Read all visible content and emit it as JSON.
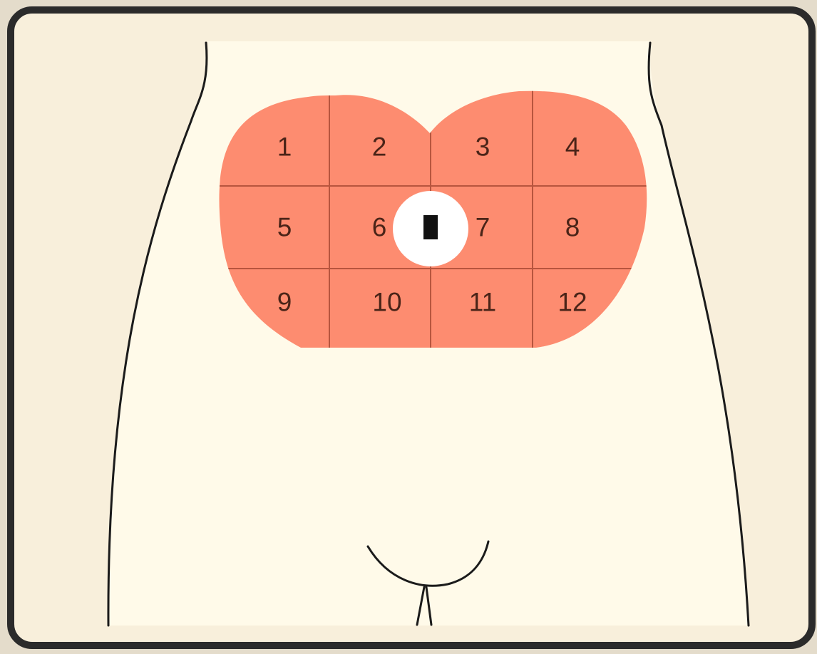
{
  "colors": {
    "page_background": "#e4dccb",
    "frame_fill": "#f8efdb",
    "frame_border": "#2b2b2b",
    "body_fill": "#fffae9",
    "body_outline": "#1b1b1b",
    "zone_fill": "#fd8c70",
    "zone_grid": "#b7553e",
    "zone_label": "#4a2418",
    "navel_fill": "#ffffff",
    "navel_marker": "#111111"
  },
  "diagram": {
    "zones": [
      {
        "number": "1",
        "label": "1",
        "row": 1,
        "col": 1
      },
      {
        "number": "2",
        "label": "2",
        "row": 1,
        "col": 2
      },
      {
        "number": "3",
        "label": "3",
        "row": 1,
        "col": 3
      },
      {
        "number": "4",
        "label": "4",
        "row": 1,
        "col": 4
      },
      {
        "number": "5",
        "label": "5",
        "row": 2,
        "col": 1
      },
      {
        "number": "6",
        "label": "6",
        "row": 2,
        "col": 2
      },
      {
        "number": "7",
        "label": "7",
        "row": 2,
        "col": 3
      },
      {
        "number": "8",
        "label": "8",
        "row": 2,
        "col": 4
      },
      {
        "number": "9",
        "label": "9",
        "row": 3,
        "col": 1
      },
      {
        "number": "10",
        "label": "10",
        "row": 3,
        "col": 2
      },
      {
        "number": "11",
        "label": "11",
        "row": 3,
        "col": 3
      },
      {
        "number": "12",
        "label": "12",
        "row": 3,
        "col": 4
      }
    ]
  }
}
